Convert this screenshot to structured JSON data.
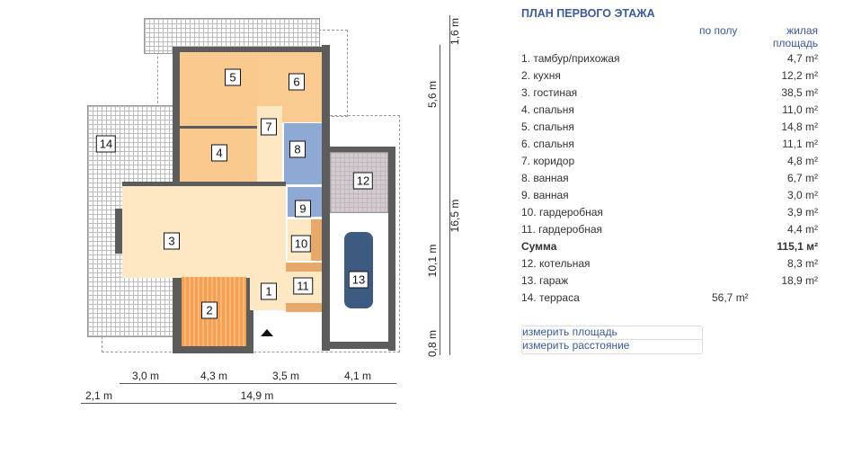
{
  "plan": {
    "rooms": [
      "1",
      "2",
      "3",
      "4",
      "5",
      "6",
      "7",
      "8",
      "9",
      "10",
      "11",
      "12",
      "13",
      "14"
    ],
    "dims_bottom": [
      "3,0 m",
      "4,3 m",
      "3,5 m",
      "4,1 m"
    ],
    "dims_bottom2": [
      "2,1 m",
      "14,9 m"
    ],
    "dims_right": [
      "1,6 m",
      "5,6 m",
      "16,5 m",
      "10,1 m",
      "0,8 m"
    ]
  },
  "panel": {
    "title": "ПЛАН ПЕРВОГО ЭТАЖА",
    "col_floor": "по полу",
    "col_living_1": "жилая",
    "col_living_2": "площадь",
    "rows": [
      {
        "label": "1. тамбур/прихожая",
        "value": "4,7 m²"
      },
      {
        "label": "2. кухня",
        "value": "12,2 m²"
      },
      {
        "label": "3. гостиная",
        "value": "38,5 m²"
      },
      {
        "label": "4. спальня",
        "value": "11,0 m²"
      },
      {
        "label": "5. спальня",
        "value": "14,8 m²"
      },
      {
        "label": "6. спальня",
        "value": "11,1 m²"
      },
      {
        "label": "7. коридор",
        "value": "4,8 m²"
      },
      {
        "label": "8. ванная",
        "value": "6,7 m²"
      },
      {
        "label": "9. ванная",
        "value": "3,0 m²"
      },
      {
        "label": "10. гардеробная",
        "value": "3,9 m²"
      },
      {
        "label": "11. гардеробная",
        "value": "4,4 m²"
      },
      {
        "label": "Сумма",
        "value": "115,1 м²"
      },
      {
        "label": "12. котельная",
        "value": "8,3 m²"
      },
      {
        "label": "13. гараж",
        "value": "18,9 m²"
      },
      {
        "label": "14. терраса",
        "floor": "56,7 m²"
      }
    ],
    "measure_area": "измерить площадь",
    "measure_distance": "измерить расстояние"
  },
  "colors": {
    "accent": "#3b5a9a",
    "bedroom": "#f9c98e",
    "living": "#fde8c4",
    "bath": "#8ea9d4",
    "kitchen": "#f5a050",
    "wall": "#5c5c5c"
  }
}
